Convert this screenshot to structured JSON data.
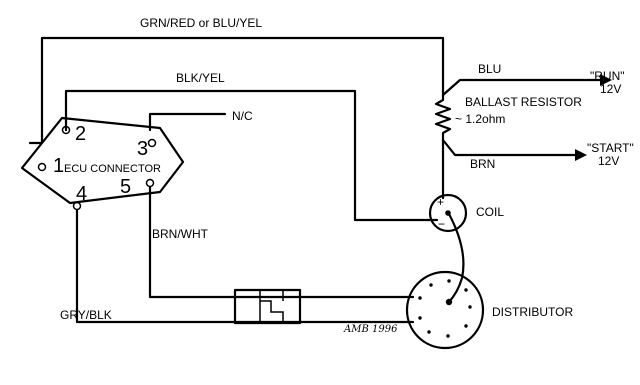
{
  "wires": {
    "top": "GRN/RED or BLU/YEL",
    "pin2": "BLK/YEL",
    "pin3": "N/C",
    "run": "BLU",
    "start": "BRN",
    "pin5": "BRN/WHT",
    "pin4": "GRY/BLK"
  },
  "connector": {
    "label": "ECU CONNECTOR",
    "pins": [
      "1",
      "2",
      "3",
      "4",
      "5"
    ]
  },
  "ballast": {
    "label": "BALLAST RESISTOR",
    "value": "~ 1.2ohm"
  },
  "run_terminal": {
    "label": "\"RUN\"",
    "voltage": "12V"
  },
  "start_terminal": {
    "label": "\"START\"",
    "voltage": "12V"
  },
  "coil": {
    "label": "COIL",
    "plus": "+",
    "minus": "−"
  },
  "distributor": {
    "label": "DISTRIBUTOR"
  },
  "signature": "AMB 1996"
}
